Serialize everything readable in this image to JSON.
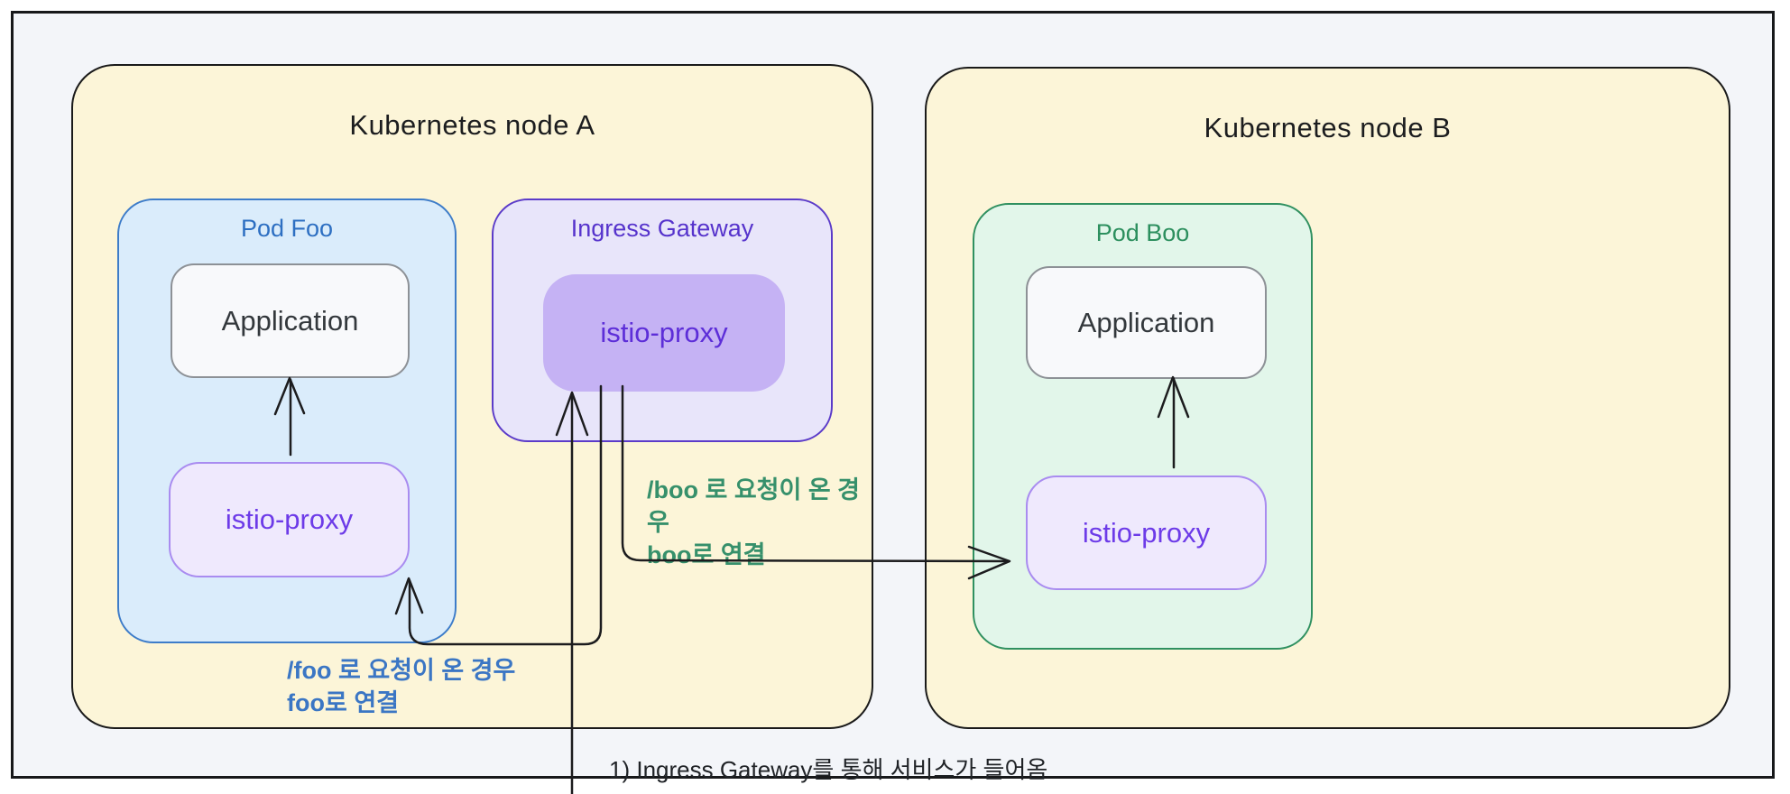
{
  "node_a": {
    "title": "Kubernetes node A",
    "pod_foo": {
      "title": "Pod Foo",
      "application": "Application",
      "sidecar": "istio-proxy"
    },
    "ingress_gateway": {
      "title": "Ingress Gateway",
      "proxy": "istio-proxy"
    }
  },
  "node_b": {
    "title": "Kubernetes node B",
    "pod_boo": {
      "title": "Pod Boo",
      "application": "Application",
      "sidecar": "istio-proxy"
    }
  },
  "annotations": {
    "foo_route": {
      "line1": "/foo 로 요청이 온 경우",
      "line2": "foo로 연결"
    },
    "boo_route": {
      "line1": "/boo 로 요청이 온 경우",
      "line2": "boo로 연결"
    }
  },
  "caption": {
    "step1": "1) Ingress Gateway를 통해 서비스가 들어옴"
  },
  "colors": {
    "frame_background": "#f3f5f9",
    "node_fill": "#fcf5d8",
    "node_border": "#1a1a1a",
    "pod_foo_fill": "#daecfb",
    "pod_foo_border": "#3d7cc9",
    "pod_foo_title": "#2d6fc2",
    "pod_boo_fill": "#e2f6ea",
    "pod_boo_border": "#2f9060",
    "pod_boo_title": "#2c8f5e",
    "gateway_fill": "#e8e5fa",
    "gateway_border": "#5b3bc9",
    "gateway_title": "#5633cc",
    "gateway_proxy_fill": "#c5b2f4",
    "proxy_fill": "#efe9fd",
    "proxy_border": "#a98cf0",
    "proxy_text": "#6d3be8",
    "application_fill": "#f8f9fb",
    "application_border": "#8d9196",
    "application_text": "#33383c",
    "annotation_blue": "#3b76c4",
    "annotation_green": "#36906b",
    "arrow": "#1c1c1e"
  }
}
